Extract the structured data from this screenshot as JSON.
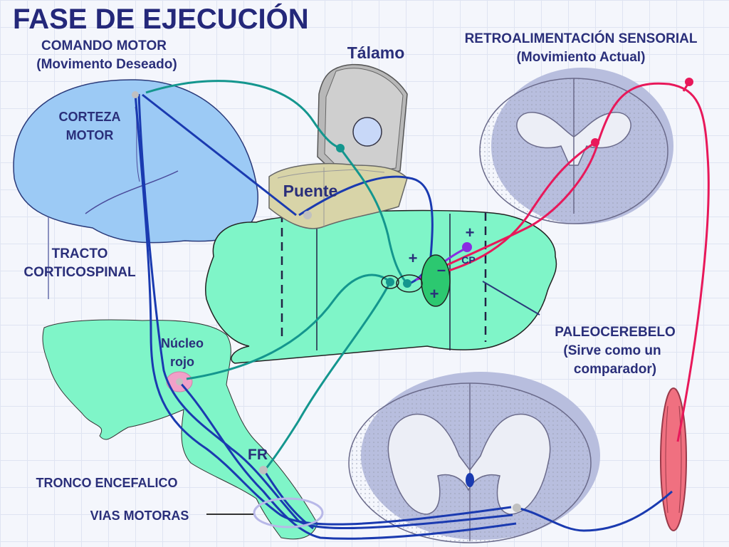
{
  "title": "FASE DE EJECUCIÓN",
  "labels": {
    "motor_command_1": "COMANDO MOTOR",
    "motor_command_2": "(Movimento Deseado)",
    "thalamus": "Tálamo",
    "sensory_feedback_1": "RETROALIMENTACIÓN SENSORIAL",
    "sensory_feedback_2": "(Movimiento Actual)",
    "motor_cortex_1": "CORTEZA",
    "motor_cortex_2": "MOTOR",
    "pons": "Puente",
    "corticospinal_1": "TRACTO",
    "corticospinal_2": "CORTICOSPINAL",
    "cp": "CP",
    "paleocerebellum_1": "PALEOCEREBELO",
    "paleocerebellum_2": "(Sirve como un",
    "paleocerebellum_3": "comparador)",
    "red_nucleus_1": "Núcleo",
    "red_nucleus_2": "rojo",
    "fr": "FR",
    "brainstem": "TRONCO ENCEFALICO",
    "motor_pathways": "VIAS MOTORAS"
  },
  "signs": {
    "plus": "+",
    "minus": "–"
  },
  "colors": {
    "title": "#24287a",
    "cortex": "#9ccaf5",
    "cerebellum": "#7ff5c8",
    "pons": "#d8d4a8",
    "thalamus": "#c8c8c8",
    "motor_tract": "#1a3ab0",
    "teal_tract": "#14968e",
    "sensory_tract": "#e8185a",
    "cp_node": "#8a2be2",
    "red_nucleus": "#f0a0c8",
    "muscle": "#f07080",
    "spinal_cord": "#f0f0f4"
  }
}
